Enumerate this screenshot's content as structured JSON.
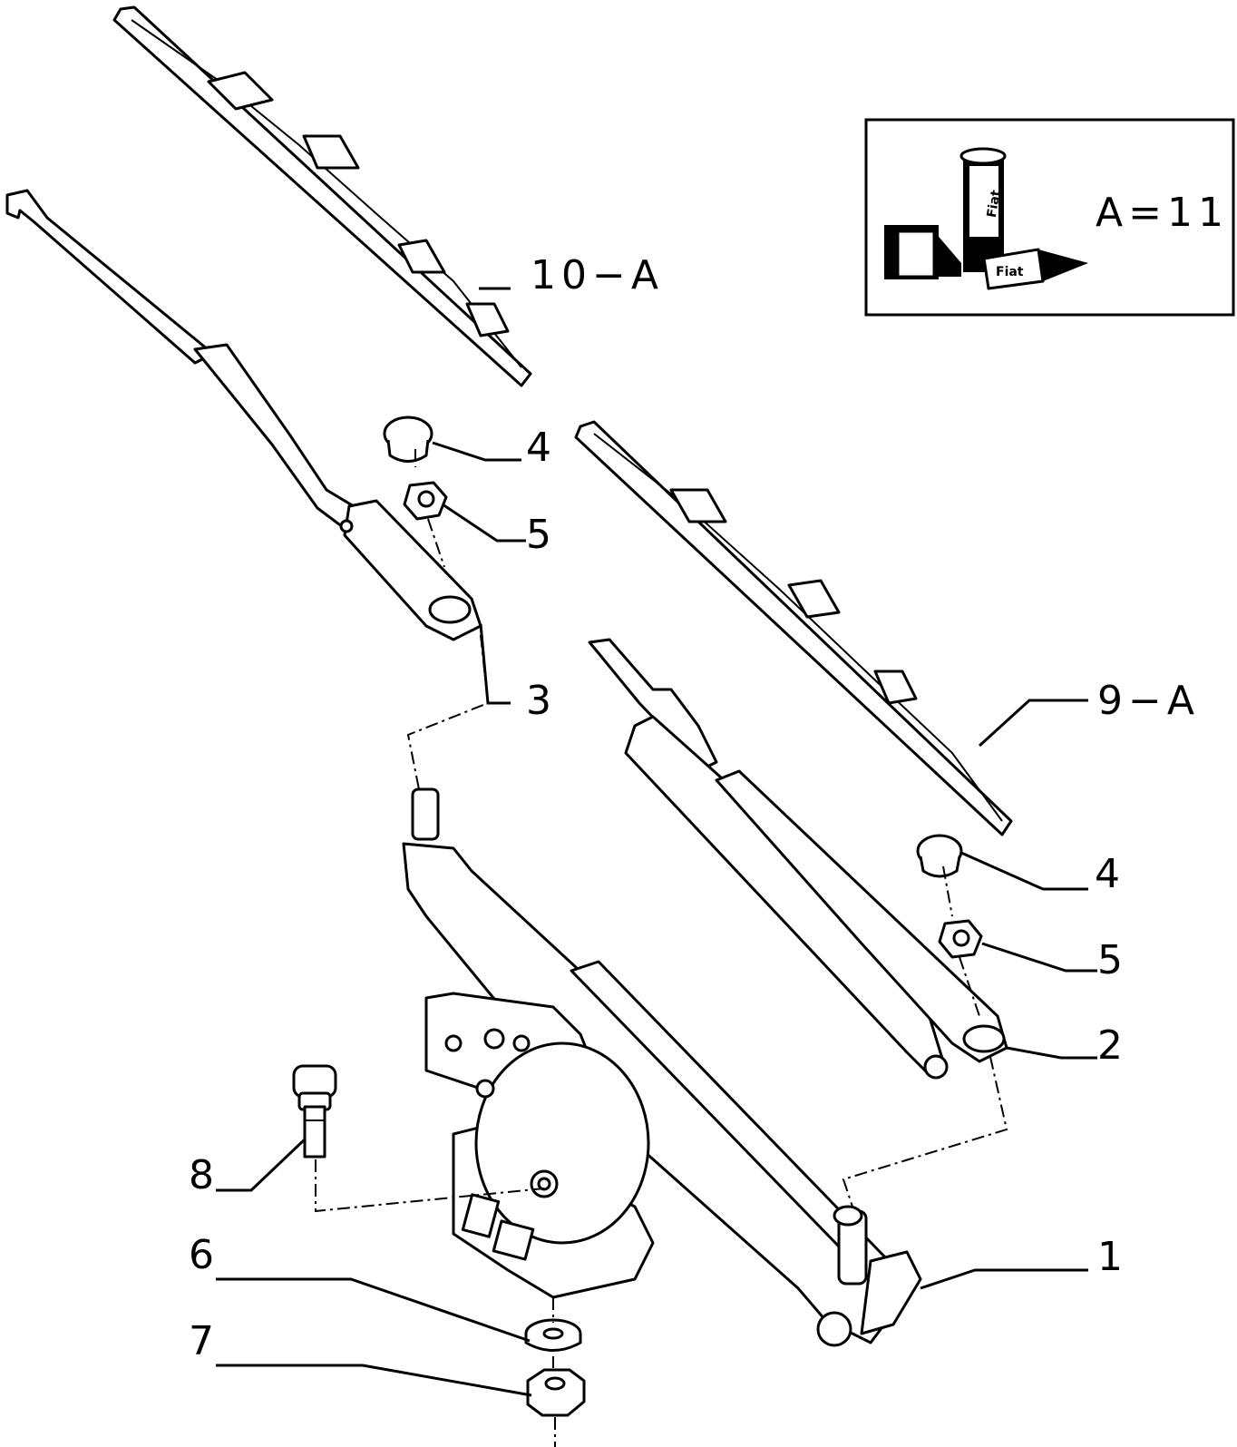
{
  "labels": {
    "part_1": "1",
    "part_2": "2",
    "part_3": "3",
    "part_4_left": "4",
    "part_4_right": "4",
    "part_5_left": "5",
    "part_5_right": "5",
    "part_6": "6",
    "part_7": "7",
    "part_8": "8",
    "part_9": "9−A",
    "part_10": "10−A"
  },
  "legend": {
    "text": "A=11",
    "logo_text": "Fiat"
  },
  "colors": {
    "ink": "#000000",
    "paper": "#ffffff"
  }
}
